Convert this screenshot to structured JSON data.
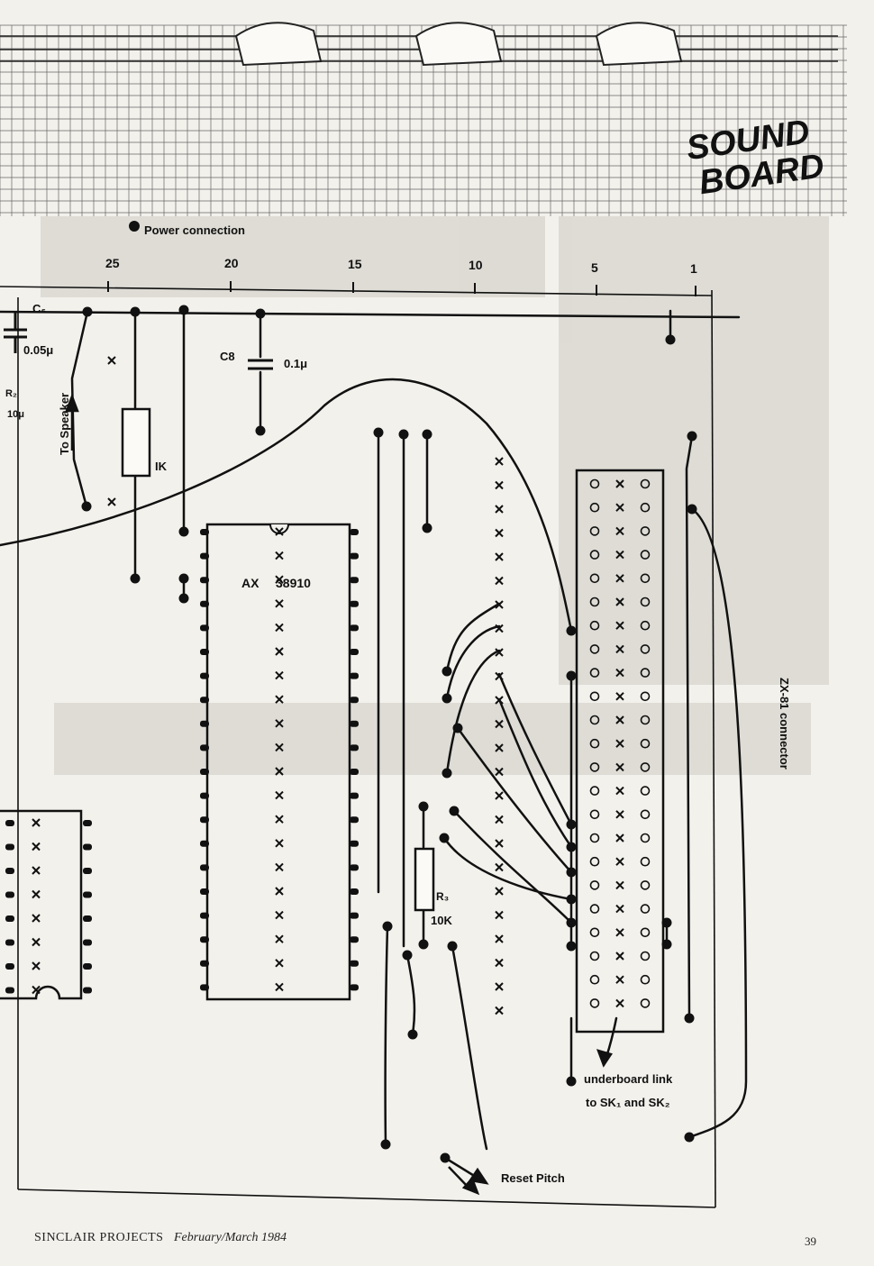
{
  "logo": {
    "line1": "SOUND",
    "line2": "BOARD"
  },
  "legend": {
    "label": "Power connection"
  },
  "pin_numbers": [
    "25",
    "20",
    "15",
    "10",
    "5",
    "1"
  ],
  "components": {
    "c6": "C₆",
    "c6_value": "0.05μ",
    "r2": "R₂",
    "r2_value": "10μ",
    "c8": "C8",
    "c8_value": "0.1μ",
    "r_ik": "IK",
    "ic_name": "AX",
    "ic_number": "38910",
    "r3": "R₃",
    "r3_value": "10K"
  },
  "labels": {
    "speaker": "To Speaker",
    "connector": "ZX-81 connector",
    "link_line1": "underboard link",
    "link_line2": "to SK₁ and SK₂",
    "reset": "Reset Pitch"
  },
  "footer": {
    "publication": "SINCLAIR PROJECTS",
    "date": "February/March 1984",
    "page": "39"
  },
  "colors": {
    "ink": "#151515",
    "paper": "#f3f1ec",
    "grid": "#6a6a6a"
  }
}
